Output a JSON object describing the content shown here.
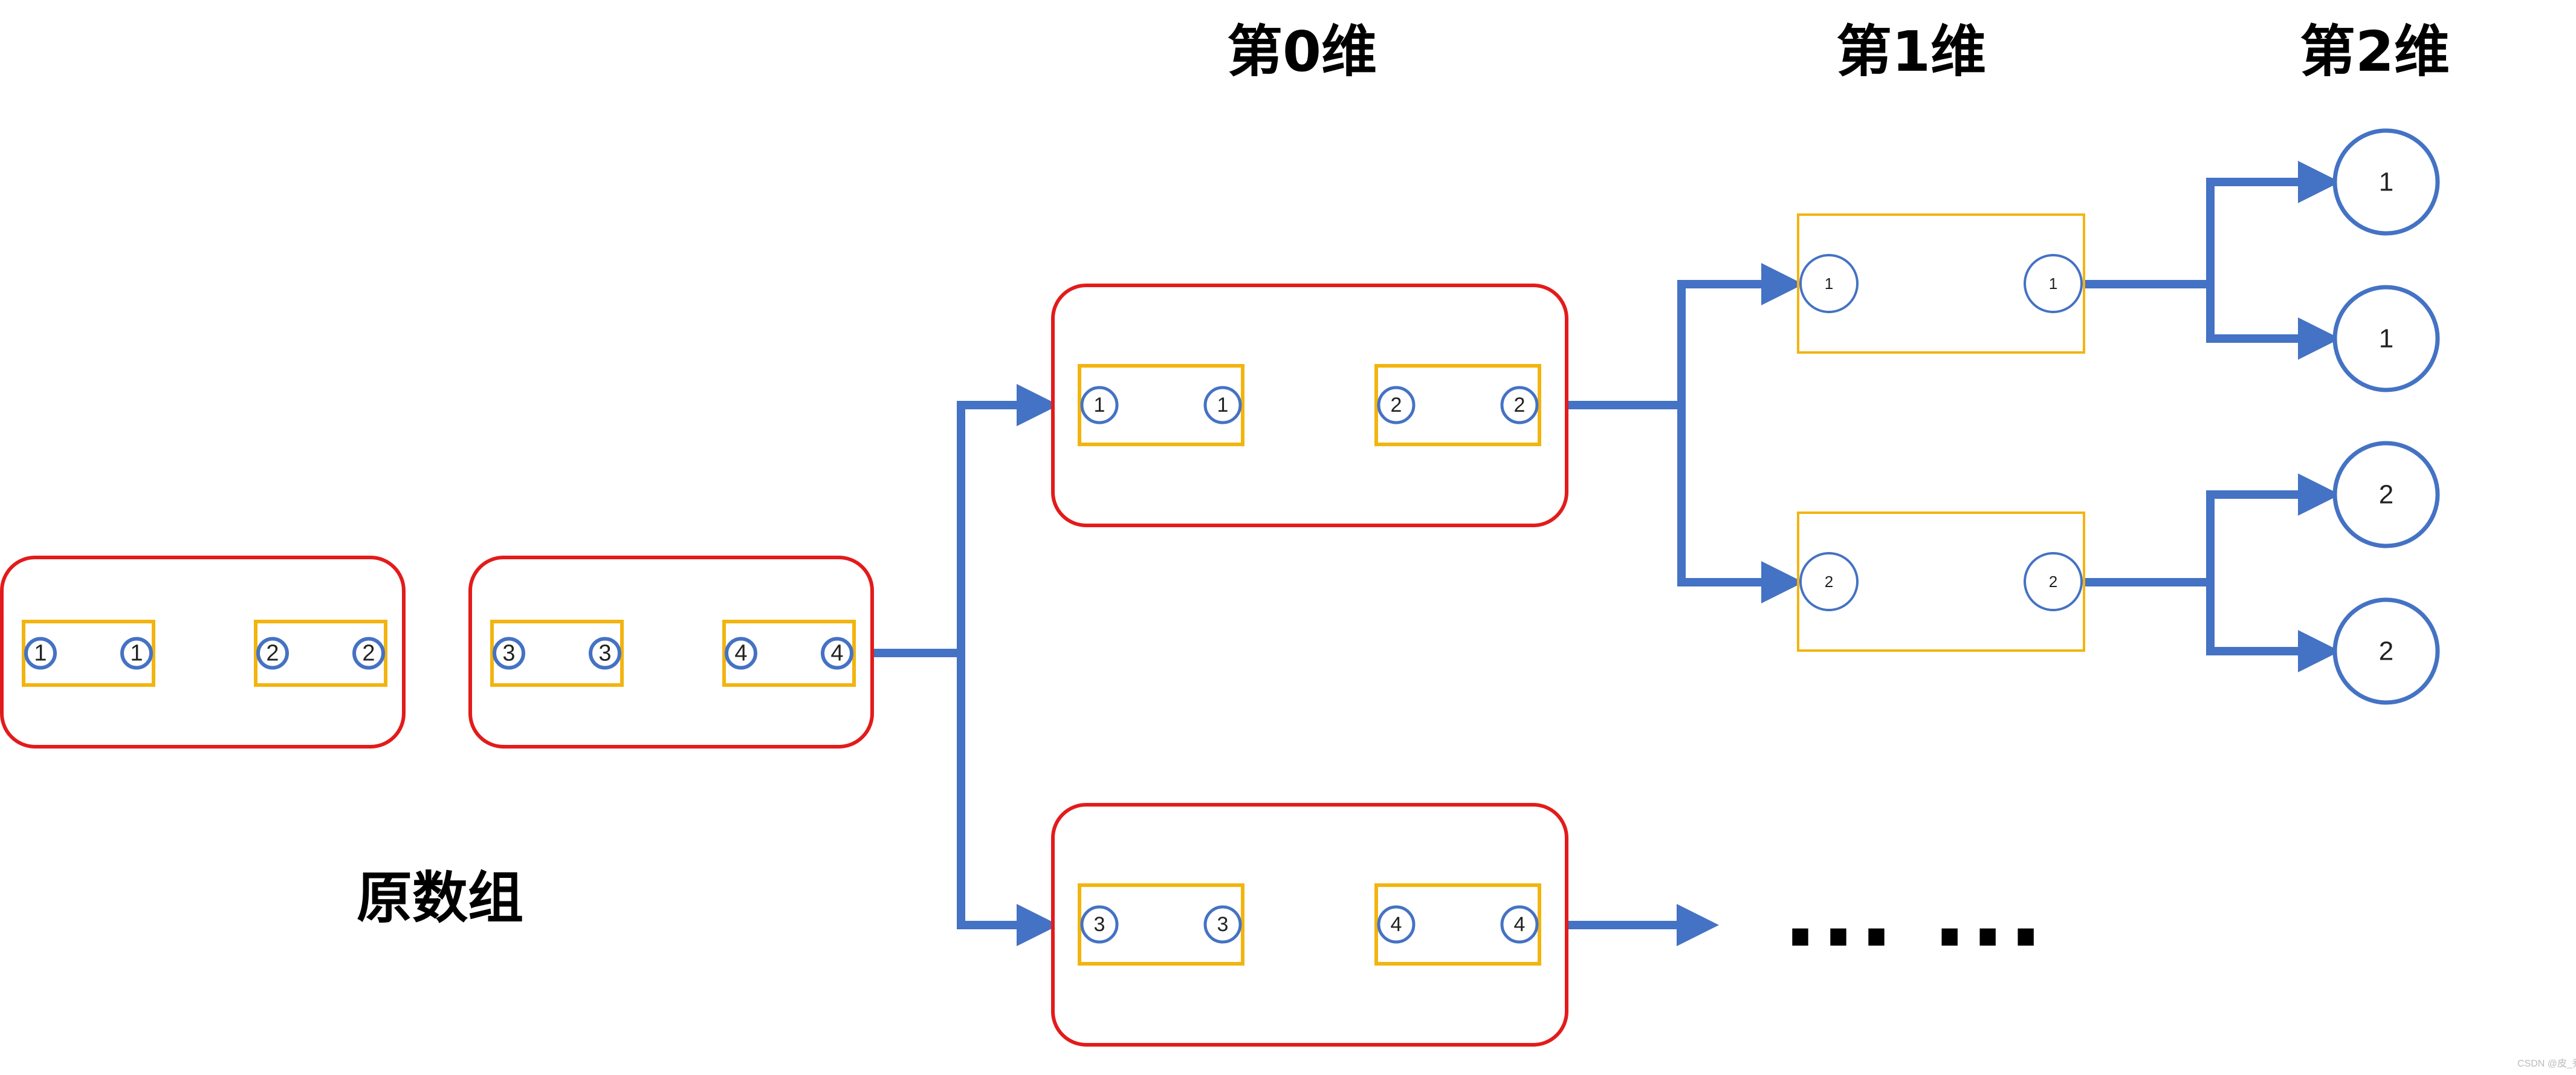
{
  "headings": {
    "dim0": "第0维",
    "dim1": "第1维",
    "dim2": "第2维",
    "original": "原数组"
  },
  "ellipsis": "... ...",
  "watermark": "CSDN @皮_乔",
  "colors": {
    "group_border": "#e31b1b",
    "pair_border": "#f2b40f",
    "circle": "#4472c4",
    "arrow": "#4472c4"
  },
  "original_array": [
    {
      "pairs": [
        [
          "1",
          "1"
        ],
        [
          "2",
          "2"
        ]
      ]
    },
    {
      "pairs": [
        [
          "3",
          "3"
        ],
        [
          "4",
          "4"
        ]
      ]
    }
  ],
  "dim0_groups": [
    {
      "pairs": [
        [
          "1",
          "1"
        ],
        [
          "2",
          "2"
        ]
      ]
    },
    {
      "pairs": [
        [
          "3",
          "3"
        ],
        [
          "4",
          "4"
        ]
      ]
    }
  ],
  "dim1_pairs": [
    [
      "1",
      "1"
    ],
    [
      "2",
      "2"
    ]
  ],
  "dim2_elements": [
    "1",
    "1",
    "2",
    "2"
  ]
}
